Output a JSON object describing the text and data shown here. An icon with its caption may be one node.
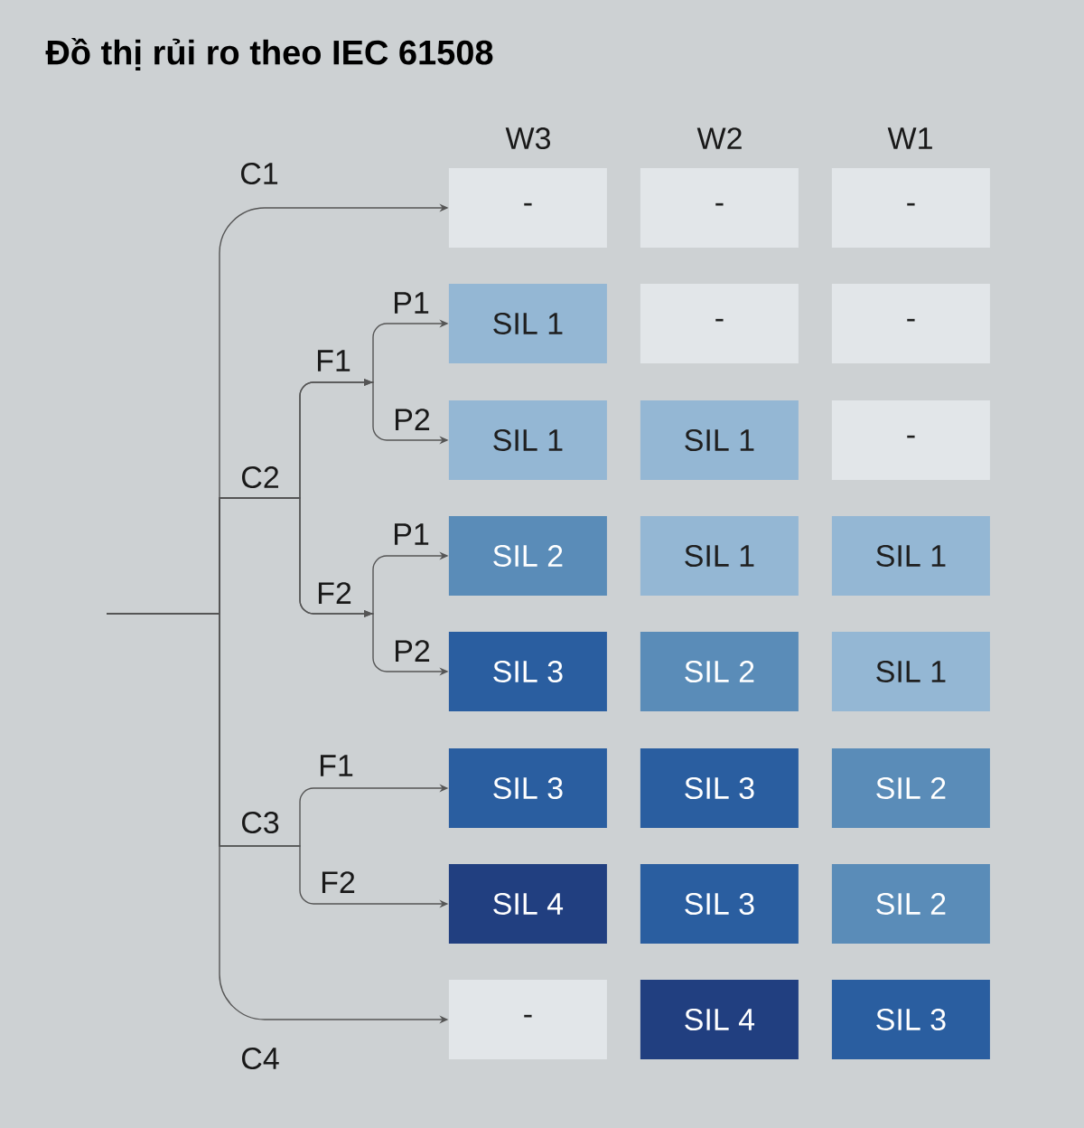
{
  "diagram": {
    "title": "Đồ thị rủi ro theo IEC 61508",
    "nodes": [
      {
        "text": [
          "-"
        ]
      },
      {
        "text": [
          "-"
        ]
      },
      {
        "text": [
          "-"
        ]
      },
      {
        "text": [
          "SIL 1"
        ]
      },
      {
        "text": [
          "-"
        ]
      },
      {
        "text": [
          "-"
        ]
      },
      {
        "text": [
          "SIL 1"
        ]
      },
      {
        "text": [
          "SIL 1"
        ]
      },
      {
        "text": [
          "-"
        ]
      },
      {
        "text": [
          "SIL 2"
        ]
      },
      {
        "text": [
          "SIL 1"
        ]
      },
      {
        "text": [
          "SIL 1"
        ]
      },
      {
        "text": [
          "SIL 3"
        ]
      },
      {
        "text": [
          "SIL 2"
        ]
      },
      {
        "text": [
          "SIL 1"
        ]
      },
      {
        "text": [
          "SIL 3"
        ]
      },
      {
        "text": [
          "SIL 3"
        ]
      },
      {
        "text": [
          "SIL 2"
        ]
      },
      {
        "text": [
          "SIL 4"
        ]
      },
      {
        "text": [
          "SIL 3"
        ]
      },
      {
        "text": [
          "SIL 2"
        ]
      },
      {
        "text": [
          "-"
        ]
      },
      {
        "text": [
          "SIL 4"
        ]
      },
      {
        "text": [
          "SIL 3"
        ]
      }
    ],
    "edges": [
      {
        "from": null,
        "to": 0,
        "arrow": "to"
      },
      {
        "from": null,
        "to": 3,
        "arrow": "to"
      },
      {
        "from": null,
        "to": 6,
        "arrow": "to"
      },
      {
        "from": null,
        "to": 9,
        "arrow": "to"
      },
      {
        "from": null,
        "to": 12,
        "arrow": "to"
      },
      {
        "from": null,
        "to": 15,
        "arrow": "to"
      },
      {
        "from": null,
        "to": 18,
        "arrow": "to"
      },
      {
        "from": null,
        "to": 21,
        "arrow": "to"
      }
    ],
    "labels": [
      "W3",
      "W2",
      "W1",
      "C1",
      "P1",
      "F1",
      "P2",
      "C2",
      "P1",
      "F2",
      "P2",
      "F1",
      "C3",
      "F2",
      "C4"
    ]
  }
}
